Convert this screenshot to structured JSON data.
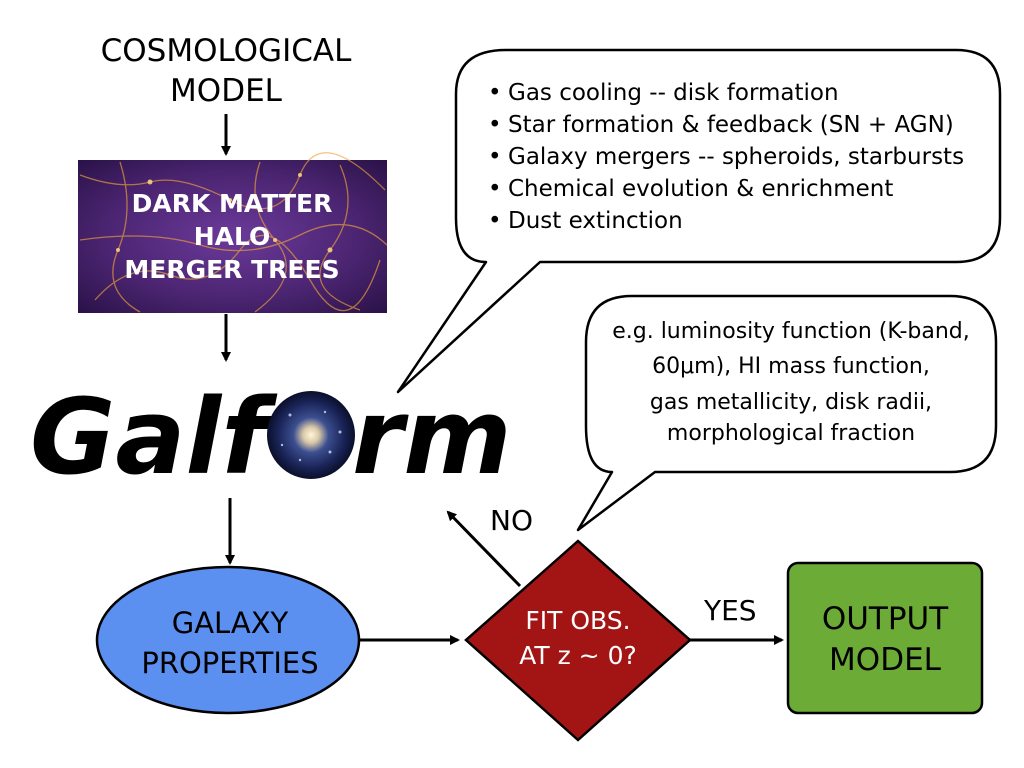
{
  "cosmological_model": {
    "line1": "COSMOLOGICAL",
    "line2": "MODEL"
  },
  "dark_matter_box": {
    "line1": "DARK MATTER",
    "line2": "HALO",
    "line3": "MERGER TREES"
  },
  "logo": {
    "text": "Galform",
    "left": "Galf",
    "right": "rm"
  },
  "physics_bubble": {
    "bullet": "•",
    "items": [
      "Gas cooling -- disk formation",
      "Star formation & feedback (SN + AGN)",
      "Galaxy mergers -- spheroids, starbursts",
      "Chemical evolution & enrichment",
      "Dust extinction"
    ]
  },
  "observations_bubble": {
    "lines": [
      "e.g. luminosity function (K-band,",
      "60μm), HI mass function,",
      "gas metallicity, disk radii,",
      "morphological fraction"
    ]
  },
  "galaxy_properties": {
    "line1": "GALAXY",
    "line2": "PROPERTIES"
  },
  "decision": {
    "line1": "FIT OBS.",
    "line2": "AT z ~ 0?"
  },
  "no_label": "NO",
  "yes_label": "YES",
  "output_model": {
    "line1": "OUTPUT",
    "line2": "MODEL"
  },
  "colors": {
    "ellipse_fill": "#5b8ff0",
    "diamond_fill": "#a31515",
    "output_fill": "#6cab36",
    "dm_box_fill": "#4a2a7a"
  }
}
